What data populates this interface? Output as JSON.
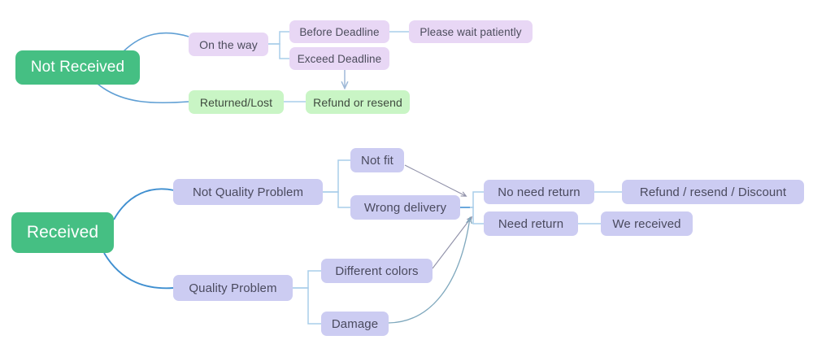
{
  "diagram": {
    "title": "Order Status Resolution Flowchart",
    "colors": {
      "root_green": "#45bf83",
      "lilac": "#e8d7f5",
      "mint": "#c9f5c5",
      "periwinkle": "#ccccf2",
      "edge_blue": "#6ba8dc",
      "edge_light": "#a9cdea",
      "arrow_gray": "#8a8aa0",
      "background": "#ffffff",
      "root_text": "#ffffff",
      "node_text": "#4c4c5c"
    },
    "branches": [
      {
        "id": "not-received",
        "root": "Not Received",
        "nodes": [
          {
            "id": "on-the-way",
            "label": "On the way",
            "style": "lilac"
          },
          {
            "id": "before-deadline",
            "label": "Before Deadline",
            "style": "lilac"
          },
          {
            "id": "exceed-deadline",
            "label": "Exceed Deadline",
            "style": "lilac"
          },
          {
            "id": "please-wait",
            "label": "Please wait patiently",
            "style": "lilac"
          },
          {
            "id": "returned-lost",
            "label": "Returned/Lost",
            "style": "mint"
          },
          {
            "id": "refund-or-resend",
            "label": "Refund or resend",
            "style": "mint"
          }
        ]
      },
      {
        "id": "received",
        "root": "Received",
        "nodes": [
          {
            "id": "not-quality-problem",
            "label": "Not Quality Problem",
            "style": "periwinkle"
          },
          {
            "id": "not-fit",
            "label": "Not fit",
            "style": "periwinkle"
          },
          {
            "id": "wrong-delivery",
            "label": "Wrong delivery",
            "style": "periwinkle"
          },
          {
            "id": "quality-problem",
            "label": "Quality Problem",
            "style": "periwinkle"
          },
          {
            "id": "different-colors",
            "label": "Different colors",
            "style": "periwinkle"
          },
          {
            "id": "damage",
            "label": "Damage",
            "style": "periwinkle"
          },
          {
            "id": "no-need-return",
            "label": "No need return",
            "style": "periwinkle"
          },
          {
            "id": "need-return",
            "label": "Need return",
            "style": "periwinkle"
          },
          {
            "id": "refund-resend-discount",
            "label": "Refund / resend / Discount",
            "style": "periwinkle"
          },
          {
            "id": "we-received",
            "label": "We received",
            "style": "periwinkle"
          }
        ]
      }
    ]
  },
  "nodes": {
    "not_received": "Not Received",
    "on_the_way": "On the way",
    "before_deadline": "Before Deadline",
    "exceed_deadline": "Exceed Deadline",
    "please_wait_patiently": "Please wait patiently",
    "returned_lost": "Returned/Lost",
    "refund_or_resend": "Refund or resend",
    "received": "Received",
    "not_quality_problem": "Not Quality Problem",
    "not_fit": "Not fit",
    "wrong_delivery": "Wrong delivery",
    "quality_problem": "Quality Problem",
    "different_colors": "Different colors",
    "damage": "Damage",
    "no_need_return": "No need return",
    "need_return": "Need return",
    "refund_resend_discount": "Refund / resend / Discount",
    "we_received": "We received"
  }
}
